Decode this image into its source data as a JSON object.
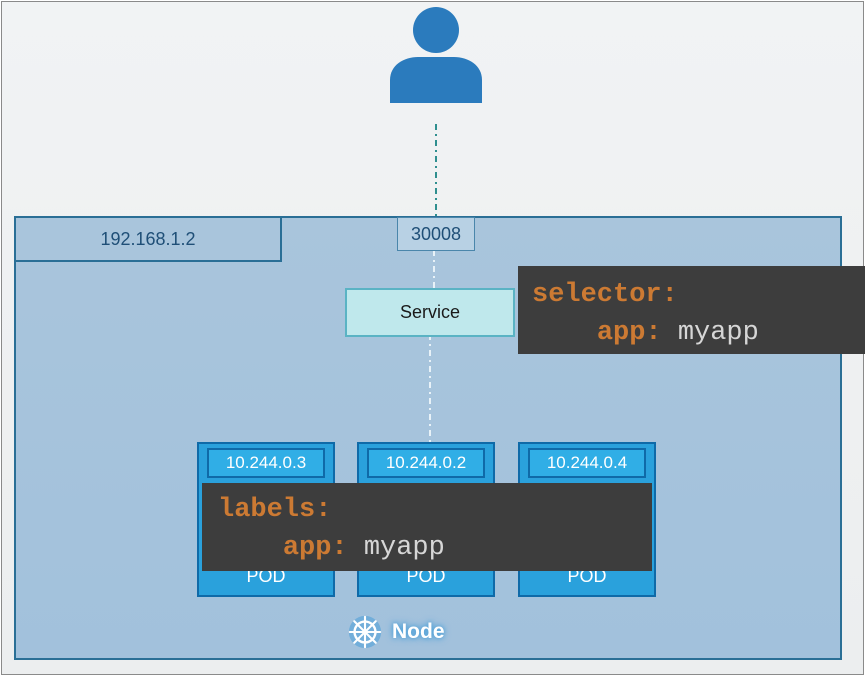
{
  "user": {
    "icon": "user-icon"
  },
  "node": {
    "ip": "192.168.1.2",
    "label": "Node",
    "icon": "kubernetes-wheel-icon"
  },
  "service": {
    "node_port": "30008",
    "label": "Service"
  },
  "selector": {
    "key": "selector:",
    "sub_key": "app:",
    "sub_value": "myapp"
  },
  "labels": {
    "key": "labels:",
    "sub_key": "app:",
    "sub_value": "myapp"
  },
  "pods": [
    {
      "ip": "10.244.0.3",
      "label": "POD"
    },
    {
      "ip": "10.244.0.2",
      "label": "POD"
    },
    {
      "ip": "10.244.0.4",
      "label": "POD"
    }
  ],
  "colors": {
    "user": "#2b7bbd",
    "node_border": "#2a6f96",
    "pod_fill": "#2aa1dc",
    "code_key": "#cc7a33",
    "code_bg": "#3d3d3d"
  }
}
